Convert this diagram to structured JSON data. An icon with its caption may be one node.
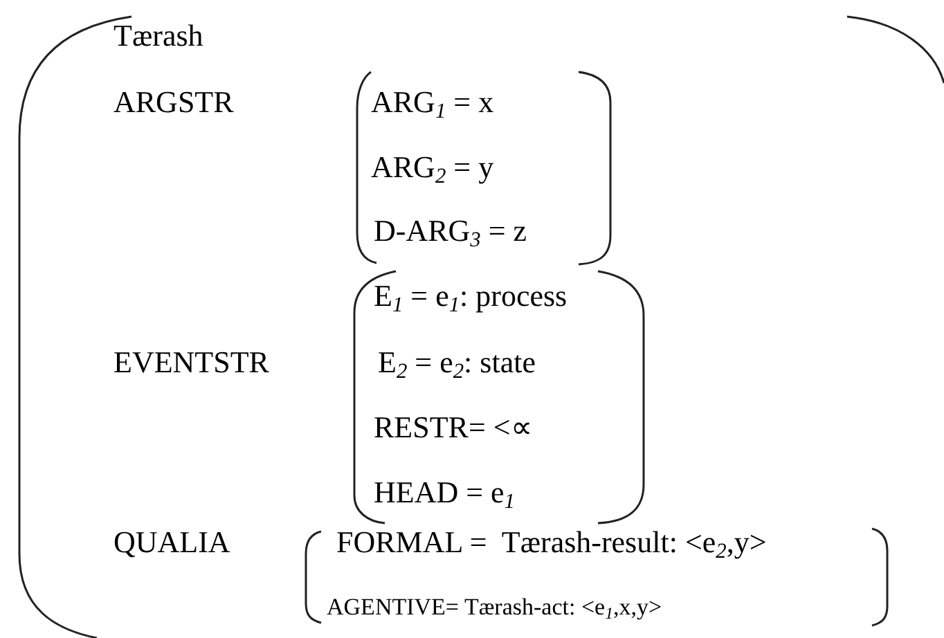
{
  "diagram": {
    "labels": [
      "Tærash",
      "ARGSTR",
      "ARG$_{1}$ = x",
      "ARG$_{2}$ = y",
      "D-ARG$_{3}$ = z",
      "E$_{1}$ = e$_{1}$: process",
      "EVENTSTR",
      "E$_{2}$ = e$_{2}$: state",
      "RESTR= <∝",
      "HEAD = e$_{1}$",
      "QUALIA",
      "FORMAL =  Tærash-result: <e$_{2}$,y>",
      "AGENTIVE= Tærash-act: <e$_{1}$,x,y>"
    ]
  }
}
